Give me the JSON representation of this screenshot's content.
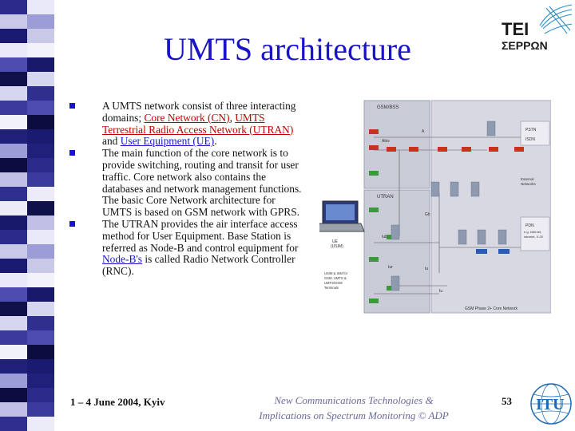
{
  "slide": {
    "title": "UMTS architecture",
    "bullets": [
      {
        "parts": [
          {
            "text": "A UMTS network consist of three interacting domains; "
          },
          {
            "text": "Core Network (CN)",
            "link": "red"
          },
          {
            "text": ", "
          },
          {
            "text": "UMTS Terrestrial Radio Access Network (UTRAN)",
            "link": "red"
          },
          {
            "text": " and "
          },
          {
            "text": "User Equipment (UE)",
            "link": "blue"
          },
          {
            "text": "."
          }
        ]
      },
      {
        "parts": [
          {
            "text": "The main function of the core network is to provide switching, routing and transit for user traffic. Core network also contains the databases and network management functions. The basic Core Network architecture for UMTS is based on GSM network with GPRS."
          }
        ]
      },
      {
        "parts": [
          {
            "text": "The UTRAN provides the air interface access method for User Equipment. Base Station is referred as Node-B and control equipment for "
          },
          {
            "text": "Node-B's",
            "link": "blue"
          },
          {
            "text": " is called Radio Network Controller (RNC)."
          }
        ]
      }
    ],
    "footer": {
      "date": "1 – 4 June 2004, Kyiv",
      "center_line1": "New Communications Technologies &",
      "center_line2": "Implications on Spectrum Monitoring © ADP",
      "page": "53"
    },
    "logo_text": "TEI ΣΕΡΡΩΝ",
    "itu_text": "ITU",
    "figure_labels": {
      "gsm_bss": "GSM/BSS",
      "utran": "UTRAN",
      "pstn": "PSTN",
      "isdn": "ISDN",
      "external_networks": "External Networks",
      "pdn": "PDN e.g. internet, intranet, X.25",
      "ue": "UE (USIM)",
      "terminal_note": "USIM & SIM for GSM, UMTS & UMTS/GSM Terminals",
      "core_network": "GSM Phase 2+ Core Network",
      "iu": "Iu",
      "gb": "Gb",
      "a": "A",
      "iub": "Iub",
      "iur": "Iur",
      "abis": "Abis"
    },
    "stripe_colors": [
      "#2b2b8c",
      "#c8c8e8",
      "#1a1a70",
      "#e9e9f7",
      "#4b4bb0",
      "#10104a",
      "#d6d6f0",
      "#3a3a9c",
      "#f2f2fb",
      "#20207a",
      "#9c9cd6",
      "#0c0c40",
      "#c0c0e6",
      "#2f2f90",
      "#ececf8",
      "#18186a"
    ]
  }
}
